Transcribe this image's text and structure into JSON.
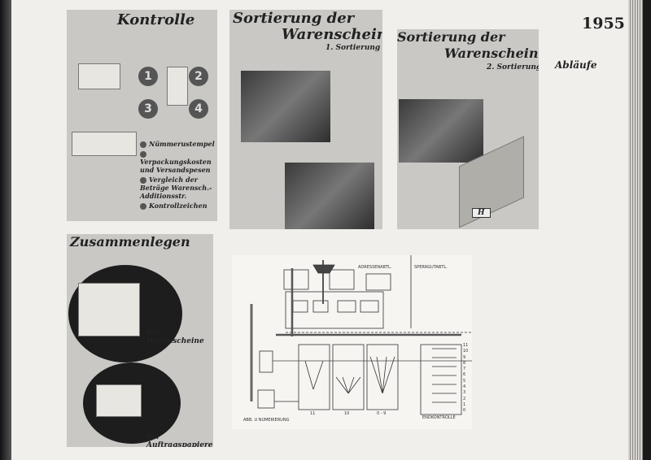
{
  "page": {
    "year": "1955",
    "section": "Abläufe"
  },
  "panels": {
    "kontrolle": {
      "title": "Kontrolle",
      "numbers": [
        "1",
        "2",
        "3",
        "4"
      ],
      "legend": [
        "Nümmerustempel",
        "Verpackungskosten und Versandspesen",
        "Vergleich der Beträge Warensch.-Additionsstr.",
        "Kontrollzeichen"
      ]
    },
    "sortierung1": {
      "title_line1": "Sortierung der",
      "title_line2": "Warenscheine",
      "subtitle": "1. Sortierung"
    },
    "sortierung2": {
      "title_line1": "Sortierung der",
      "title_line2": "Warenscheine",
      "subtitle": "2. Sortierung",
      "box_label": "H"
    },
    "zusammenlegen": {
      "title": "Zusammenlegen",
      "caption1": "der Warenscheine",
      "caption2": "der Auftragspapiere"
    }
  },
  "diagram": {
    "labels": {
      "adressen": "ADRESSENABTL.",
      "sperrgut": "SPERRGUTABTL.",
      "numbering": "ABB. U NUMERIERUNG",
      "col11": "11",
      "col10": "10",
      "col09": "0 - 9",
      "endkontrolle": "ENDKONTROLLE"
    },
    "bins": [
      "11",
      "10",
      "9",
      "8",
      "7",
      "6",
      "5",
      "4",
      "3",
      "2",
      "1",
      "0"
    ]
  }
}
